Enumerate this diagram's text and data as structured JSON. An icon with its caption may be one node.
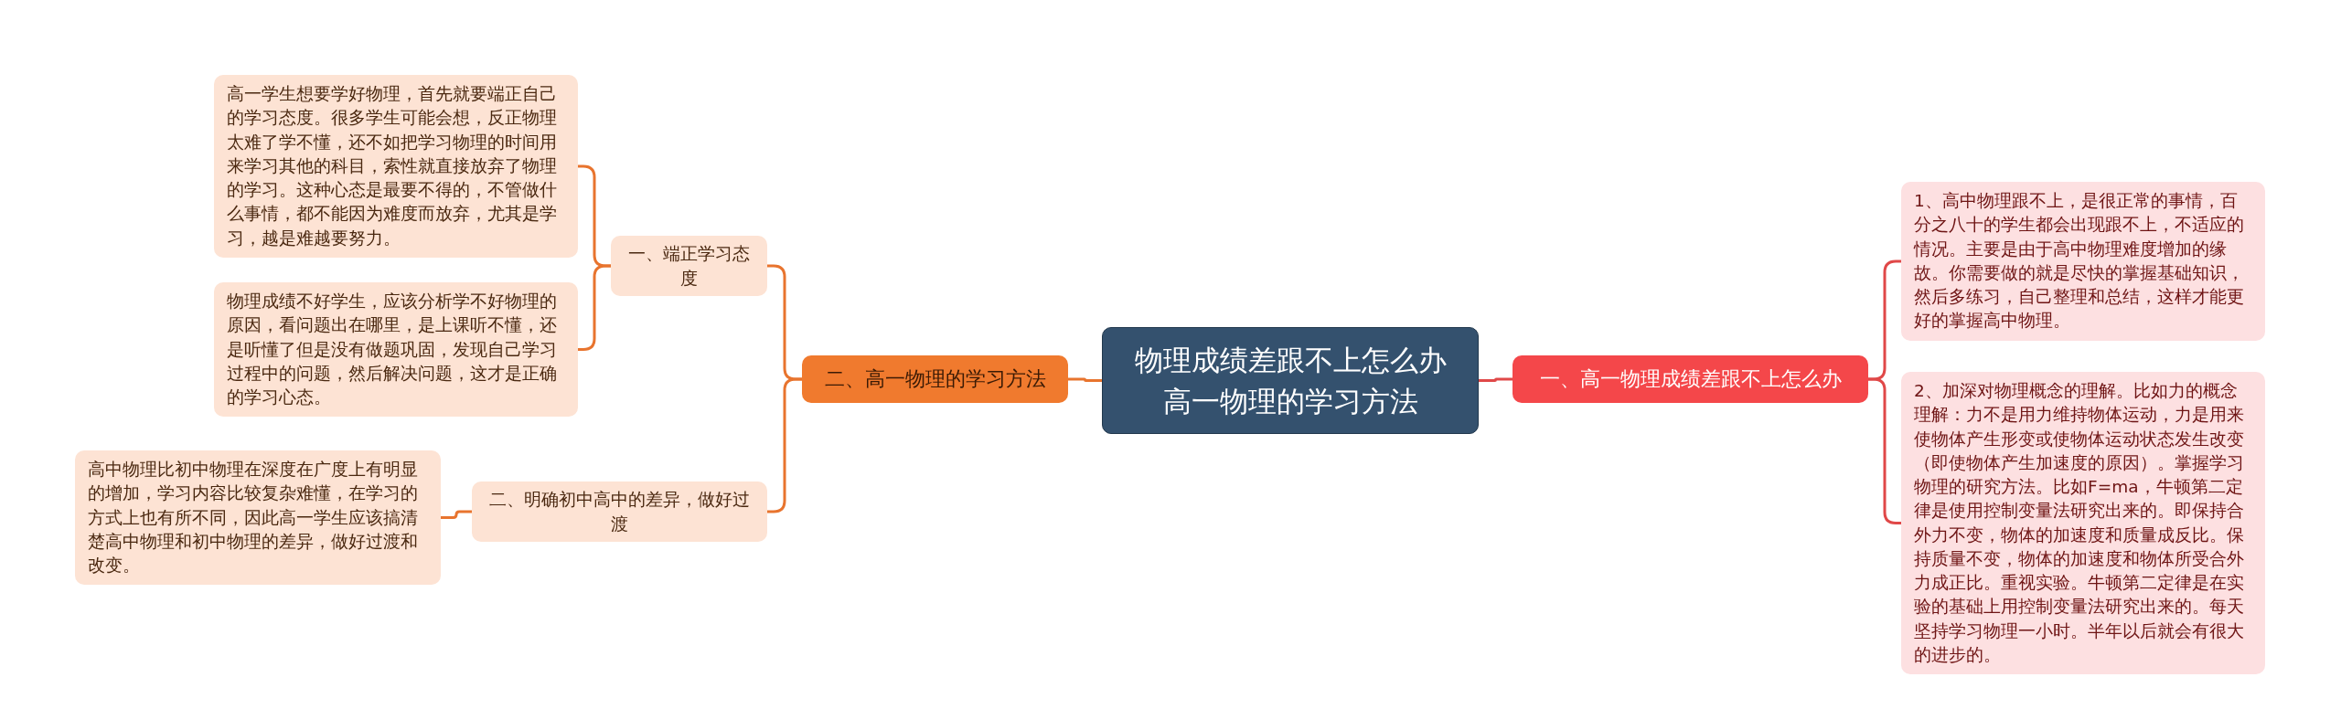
{
  "diagram": {
    "nodes": [
      {
        "text": [
          "物理成绩差跟不上怎么办高一物理的学习方法"
        ]
      },
      {
        "text": [
          "二、高一物理的学习方法"
        ]
      },
      {
        "text": [
          "一、端正学习态度"
        ]
      },
      {
        "text": [
          "高一学生想要学好物理，首先就要端正自己的学习态度。很多学生可能会想，反正物理太难了学不懂，还不如把学习物理的时间用来学习其他的科目，索性就直接放弃了物理的学习。这种心态是最要不得的，不管做什么事情，都不能因为难度而放弃，尤其是学习，越是难越要努力。"
        ]
      },
      {
        "text": [
          "物理成绩不好学生，应该分析学不好物理的原因，看问题出在哪里，是上课听不懂，还是听懂了但是没有做题巩固，发现自己学习过程中的问题，然后解决问题，这才是正确的学习心态。"
        ]
      },
      {
        "text": [
          "二、明确初中高中的差异，做好过渡"
        ]
      },
      {
        "text": [
          "高中物理比初中物理在深度在广度上有明显的增加，学习内容比较复杂难懂，在学习的方式上也有所不同，因此高一学生应该搞清楚高中物理和初中物理的差异，做好过渡和改变。"
        ]
      },
      {
        "text": [
          "一、高一物理成绩差跟不上怎么办"
        ]
      },
      {
        "text": [
          "1、高中物理跟不上，是很正常的事情，百分之八十的学生都会出现跟不上，不适应的情况。主要是由于高中物理难度增加的缘故。你需要做的就是尽快的掌握基础知识，然后多练习，自己整理和总结，这样才能更好的掌握高中物理。"
        ]
      },
      {
        "text": [
          "2、加深对物理概念的理解。比如力的概念理解：力不是用力维持物体运动，力是用来使物体产生形变或使物体运动状态发生改变（即使物体产生加速度的原因）。掌握学习物理的研究方法。比如F=ma，牛顿第二定律是使用控制变量法研究出来的。即保持合外力不变，物体的加速度和质量成反比。保持质量不变，物体的加速度和物体所受合外力成正比。重视实验。牛顿第二定律是在实验的基础上用控制变量法研究出来的。每天坚持学习物理一小时。半年以后就会有很大的进步的。"
        ]
      }
    ],
    "edges": [
      {
        "from": 0,
        "to": 1,
        "arrow": "none"
      },
      {
        "from": 1,
        "to": 2,
        "arrow": "none"
      },
      {
        "from": 2,
        "to": 3,
        "arrow": "none"
      },
      {
        "from": 2,
        "to": 4,
        "arrow": "none"
      },
      {
        "from": 1,
        "to": 5,
        "arrow": "none"
      },
      {
        "from": 5,
        "to": 6,
        "arrow": "none"
      },
      {
        "from": 0,
        "to": 7,
        "arrow": "none",
        "color": "#e04848"
      },
      {
        "from": 7,
        "to": 8,
        "arrow": "none",
        "color": "#e04848"
      },
      {
        "from": 7,
        "to": 9,
        "arrow": "none",
        "color": "#e04848"
      }
    ]
  }
}
